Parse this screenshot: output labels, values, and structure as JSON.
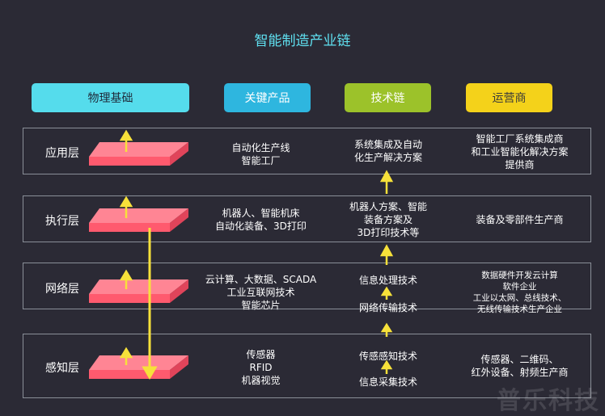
{
  "title": "智能制造产业链",
  "headers": [
    "物理基础",
    "关键产品",
    "技术链",
    "运营商"
  ],
  "layers": [
    {
      "name": "应用层",
      "products": [
        "自动化生产线",
        "智能工厂"
      ],
      "tech": [
        "系统集成及自动",
        "化生产解决方案"
      ],
      "operators": [
        "智能工厂系统集成商",
        "和工业智能化解决方案",
        "提供商"
      ]
    },
    {
      "name": "执行层",
      "products": [
        "机器人、智能机床",
        "自动化装备、3D打印"
      ],
      "tech": [
        "机器人方案、智能",
        "装备方案及",
        "3D打印技术等"
      ],
      "operators": [
        "装备及零部件生产商"
      ]
    },
    {
      "name": "网络层",
      "products": [
        "云计算、大数据、SCADA",
        "工业互联网技术",
        "智能芯片"
      ],
      "tech_upper": "信息处理技术",
      "tech_lower": "网络传输技术",
      "operators": [
        "数据硬件开发云计算",
        "软件企业",
        "工业以太网、总线技术、",
        "无线传输技术生产企业"
      ]
    },
    {
      "name": "感知层",
      "products": [
        "传感器",
        "RFID",
        "机器视觉"
      ],
      "tech_upper": "传感感知技术",
      "tech_lower": "信息采集技术",
      "operators": [
        "传感器、二维码、",
        "红外设备、射频生产商"
      ]
    }
  ],
  "watermark": "普乐科技",
  "colors": {
    "background": "#2b2a35",
    "title": "#5fe0f0",
    "plate": "#ff5a6e",
    "arrow": "#f7e13a",
    "border": "#8a8f98"
  }
}
